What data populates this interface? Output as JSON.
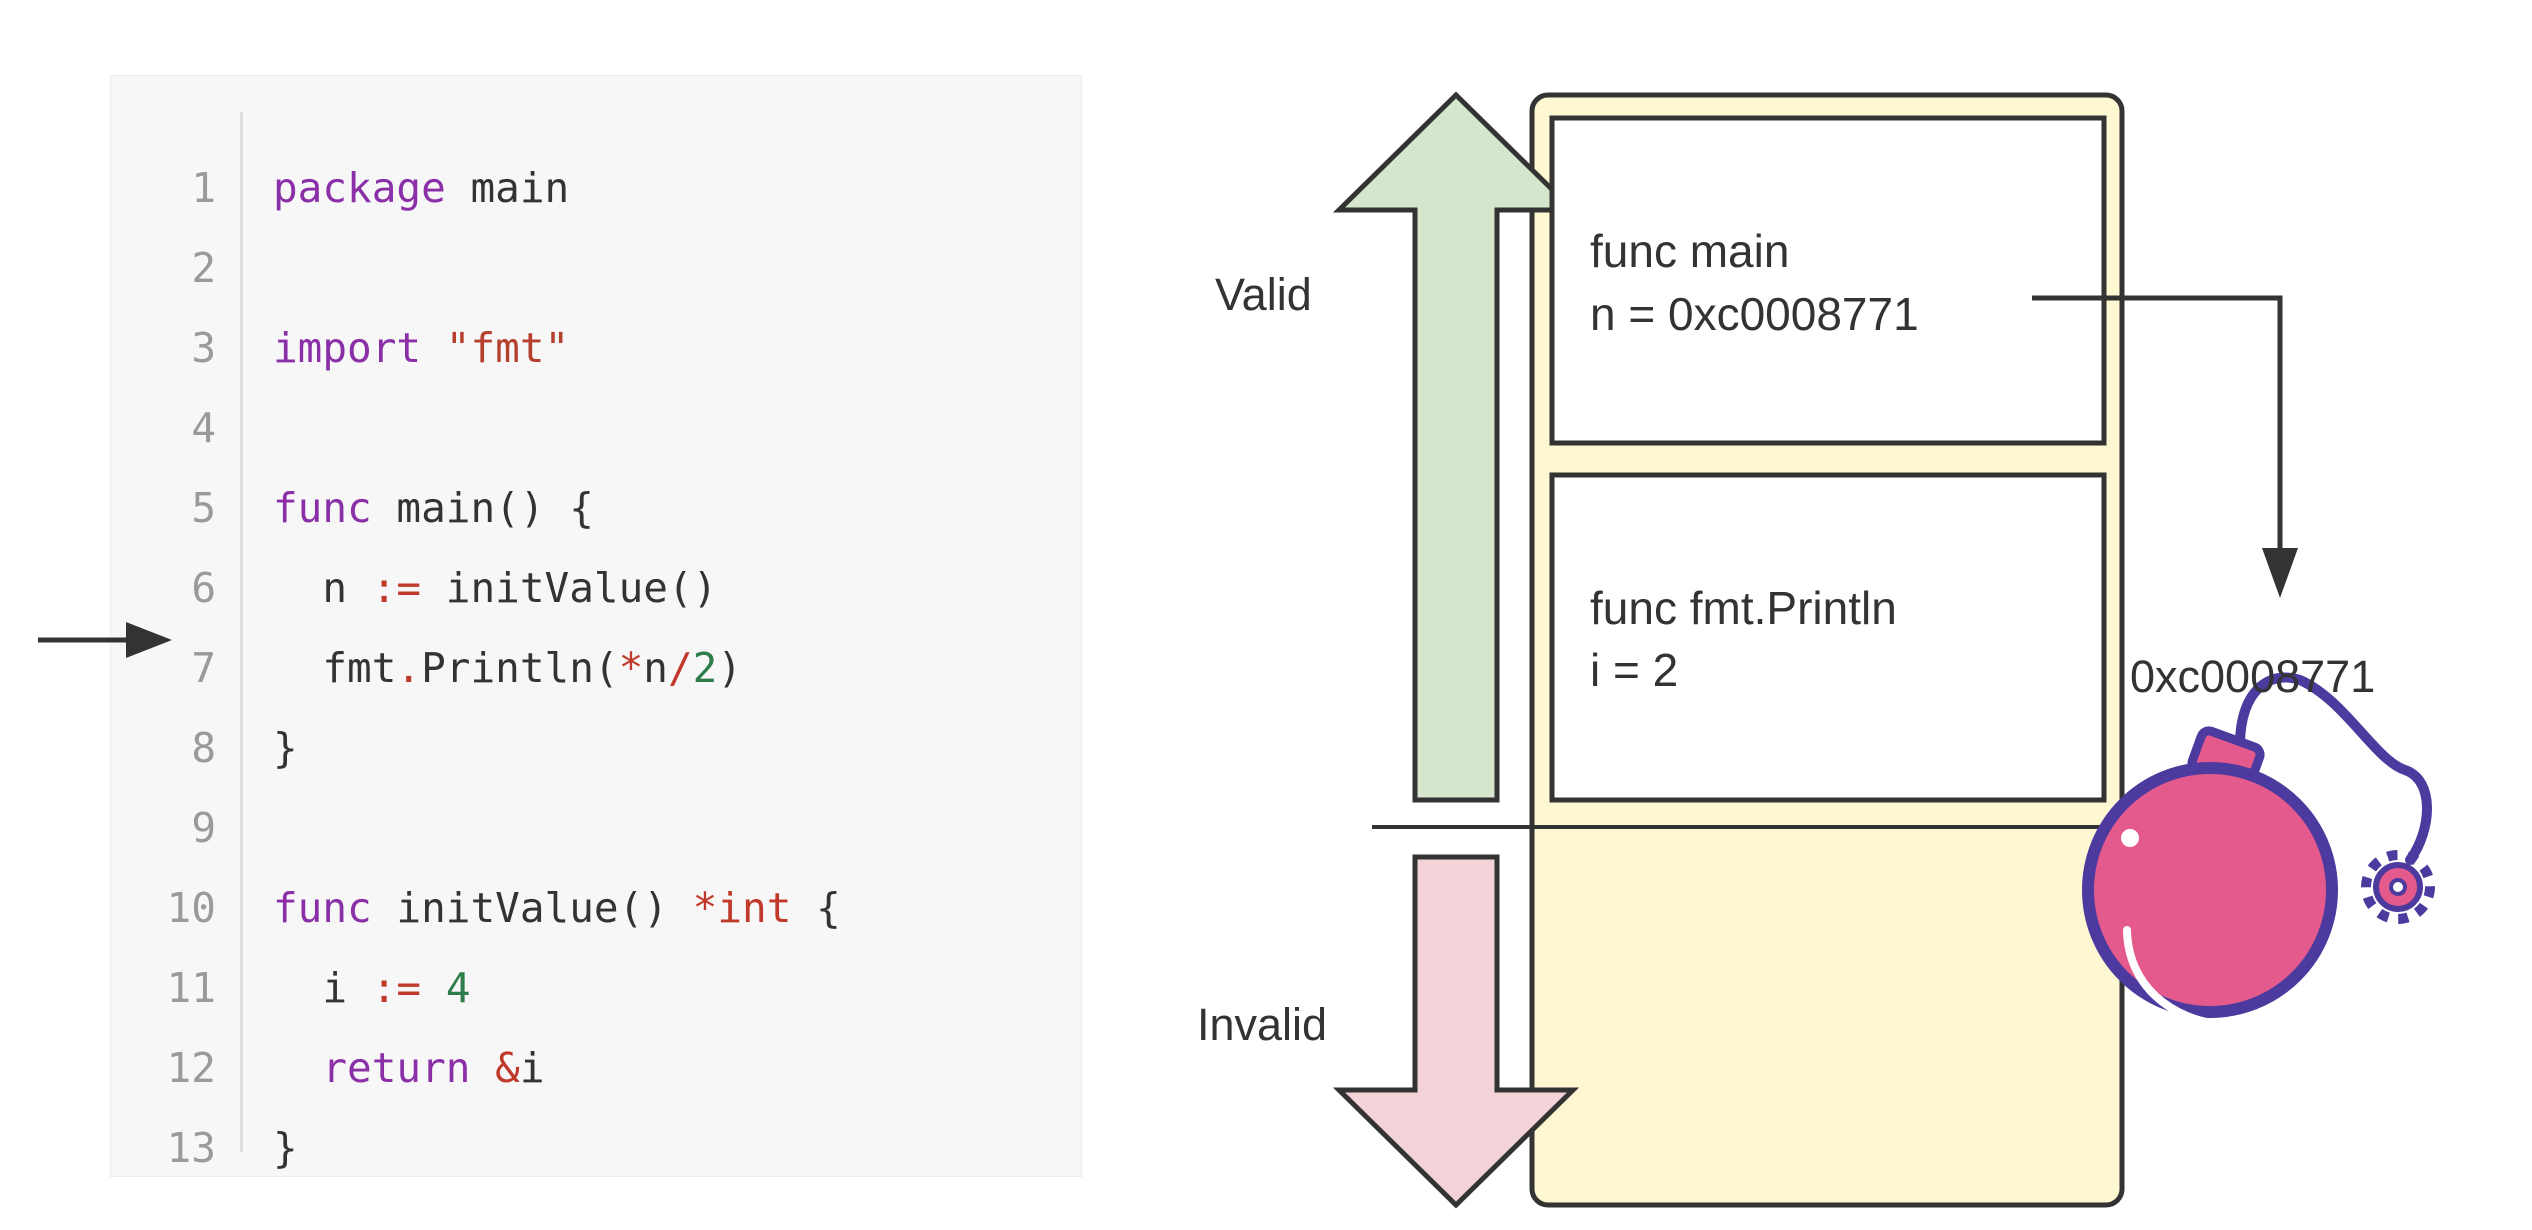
{
  "code": {
    "lines": [
      {
        "n": "1",
        "tokens": [
          {
            "t": "package",
            "c": "kw"
          },
          {
            "t": " main",
            "c": ""
          }
        ]
      },
      {
        "n": "2",
        "tokens": []
      },
      {
        "n": "3",
        "tokens": [
          {
            "t": "import",
            "c": "kw"
          },
          {
            "t": " ",
            "c": ""
          },
          {
            "t": "\"fmt\"",
            "c": "str"
          }
        ]
      },
      {
        "n": "4",
        "tokens": []
      },
      {
        "n": "5",
        "tokens": [
          {
            "t": "func",
            "c": "kw"
          },
          {
            "t": " main() {",
            "c": ""
          }
        ]
      },
      {
        "n": "6",
        "tokens": [
          {
            "t": "  n ",
            "c": ""
          },
          {
            "t": ":=",
            "c": "op"
          },
          {
            "t": " initValue()",
            "c": ""
          }
        ]
      },
      {
        "n": "7",
        "tokens": [
          {
            "t": "  fmt",
            "c": ""
          },
          {
            "t": ".",
            "c": "op"
          },
          {
            "t": "Println(",
            "c": ""
          },
          {
            "t": "*",
            "c": "op"
          },
          {
            "t": "n",
            "c": ""
          },
          {
            "t": "/",
            "c": "op"
          },
          {
            "t": "2",
            "c": "num"
          },
          {
            "t": ")",
            "c": ""
          }
        ]
      },
      {
        "n": "8",
        "tokens": [
          {
            "t": "}",
            "c": ""
          }
        ]
      },
      {
        "n": "9",
        "tokens": []
      },
      {
        "n": "10",
        "tokens": [
          {
            "t": "func",
            "c": "kw"
          },
          {
            "t": " initValue() ",
            "c": ""
          },
          {
            "t": "*int",
            "c": "op"
          },
          {
            "t": " {",
            "c": ""
          }
        ]
      },
      {
        "n": "11",
        "tokens": [
          {
            "t": "  i ",
            "c": ""
          },
          {
            "t": ":=",
            "c": "op"
          },
          {
            "t": " ",
            "c": ""
          },
          {
            "t": "4",
            "c": "num"
          }
        ]
      },
      {
        "n": "12",
        "tokens": [
          {
            "t": "  ",
            "c": ""
          },
          {
            "t": "return",
            "c": "kw"
          },
          {
            "t": " ",
            "c": ""
          },
          {
            "t": "&",
            "c": "op"
          },
          {
            "t": "i",
            "c": ""
          }
        ]
      },
      {
        "n": "13",
        "tokens": [
          {
            "t": "}",
            "c": ""
          }
        ]
      }
    ],
    "current_line": "7"
  },
  "diagram": {
    "valid_label": "Valid",
    "invalid_label": "Invalid",
    "frame_main": {
      "line1": "func main",
      "line2": "n = 0xc0008771"
    },
    "frame_println": {
      "line1": "func fmt.Println",
      "line2": "i =  2"
    },
    "address_label": "0xc0008771"
  },
  "colors": {
    "stack_fill": "#fdf8d2",
    "valid_arrow": "#d5e6cd",
    "invalid_arrow": "#f4d3d8",
    "bomb_body": "#e45a8d",
    "bomb_outline": "#4c3a9e"
  },
  "icons": {
    "bomb": "bomb-icon",
    "pointer": "current-line-arrow-icon"
  }
}
